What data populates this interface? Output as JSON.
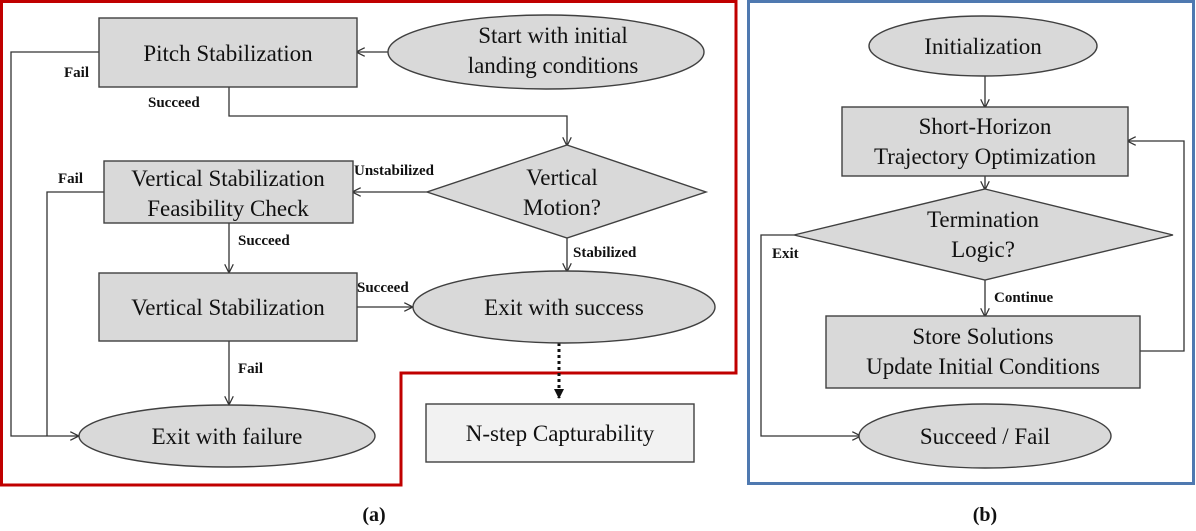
{
  "colors": {
    "panel_a_border": "#c00000",
    "panel_b_border": "#4f79b0",
    "node_fill": "#d9d9d9",
    "node_fill_light": "#f2f2f2",
    "node_stroke": "#404040",
    "arrow": "#333333"
  },
  "panel_a": {
    "label": "(a)",
    "nodes": {
      "pitch_stab": {
        "shape": "rectangle",
        "lines": [
          "Pitch Stabilization"
        ]
      },
      "start": {
        "shape": "ellipse",
        "lines": [
          "Start with initial",
          "landing conditions"
        ]
      },
      "vs_check": {
        "shape": "rectangle",
        "lines": [
          "Vertical Stabilization",
          "Feasibility Check"
        ]
      },
      "vertical_motion": {
        "shape": "diamond",
        "lines": [
          "Vertical",
          "Motion?"
        ]
      },
      "vs": {
        "shape": "rectangle",
        "lines": [
          "Vertical Stabilization"
        ]
      },
      "exit_success": {
        "shape": "ellipse",
        "lines": [
          "Exit with success"
        ]
      },
      "exit_failure": {
        "shape": "ellipse",
        "lines": [
          "Exit with failure"
        ]
      },
      "n_step": {
        "shape": "rectangle",
        "lines": [
          "N-step Capturability"
        ]
      }
    },
    "edge_labels": {
      "fail_pitch": "Fail",
      "succeed_pitch": "Succeed",
      "unstabilized": "Unstabilized",
      "fail_check": "Fail",
      "succeed_check": "Succeed",
      "stabilized": "Stabilized",
      "succeed_vs": "Succeed",
      "fail_vs": "Fail"
    }
  },
  "panel_b": {
    "label": "(b)",
    "nodes": {
      "init": {
        "shape": "ellipse",
        "lines": [
          "Initialization"
        ]
      },
      "sh_opt": {
        "shape": "rectangle",
        "lines": [
          "Short-Horizon",
          "Trajectory Optimization"
        ]
      },
      "termination": {
        "shape": "diamond",
        "lines": [
          "Termination",
          "Logic?"
        ]
      },
      "store": {
        "shape": "rectangle",
        "lines": [
          "Store Solutions",
          "Update Initial Conditions"
        ]
      },
      "result": {
        "shape": "ellipse",
        "lines": [
          "Succeed / Fail"
        ]
      }
    },
    "edge_labels": {
      "exit": "Exit",
      "continue": "Continue"
    }
  }
}
